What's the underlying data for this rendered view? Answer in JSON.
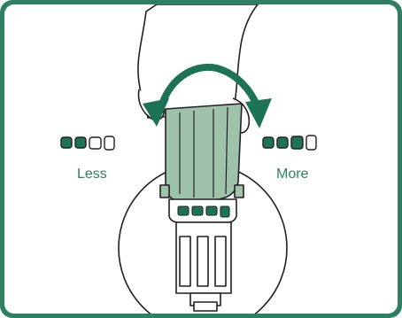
{
  "labels": {
    "less": "Less",
    "more": "More"
  },
  "colors": {
    "border": "#2f7f63",
    "accent": "#1d7356",
    "device_fill": "#9fc2ad",
    "outline": "#231f20"
  },
  "icons": {
    "rotate_arrow": "double-headed-curved-arrow",
    "less_indicator": "flow-indicator-low",
    "more_indicator": "flow-indicator-high"
  }
}
